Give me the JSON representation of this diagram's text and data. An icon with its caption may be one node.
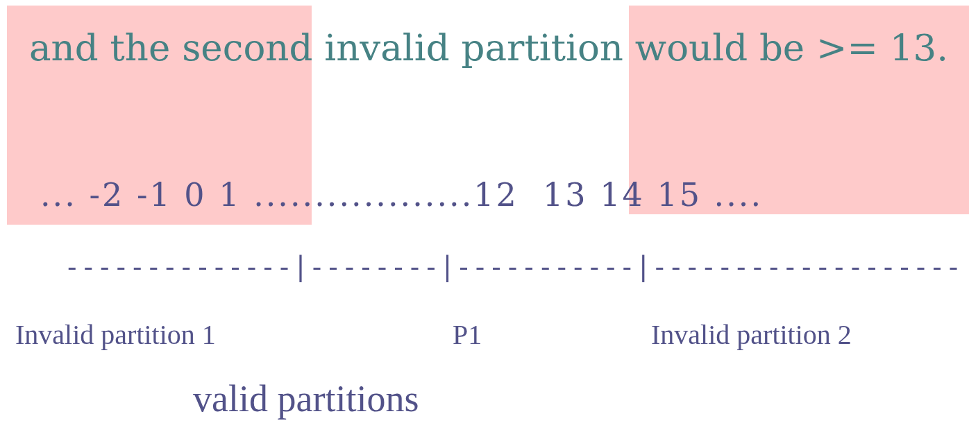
{
  "diagram": {
    "labels": [
      "and the second invalid partition would be >= 13.",
      "... -2 -1 0 1 ..................12  13 14 15 ....",
      "--------------|--------|-----------|-------------------",
      "Invalid partition 1",
      "P1",
      "Invalid partition 2",
      "valid partitions"
    ]
  }
}
